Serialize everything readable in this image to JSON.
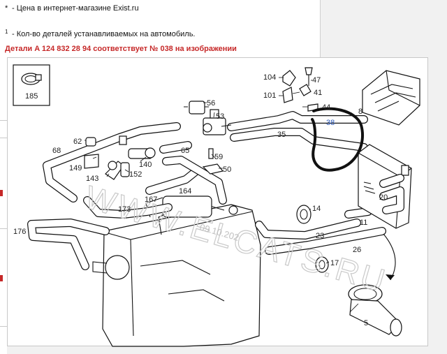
{
  "notes": {
    "line1_marker": "*",
    "line1_text": "- Цена в интернет-магазине Exist.ru",
    "line2_marker": "1",
    "line2_text": "- Кол-во деталей устанавливаемых на автомобиль.",
    "highlight_line": "Детали A 124 832 28 94 соответствует № 038 на изображении"
  },
  "diagram": {
    "callouts": {
      "c185": "185",
      "c104": "104",
      "c101": "101",
      "c47": "47",
      "c41": "41",
      "c44": "44",
      "c8": "8",
      "c56": "56",
      "c53": "53",
      "c38": "38",
      "c35": "35",
      "c62": "62",
      "c68": "68",
      "c65": "65",
      "c59": "59",
      "c50": "50",
      "c149": "149",
      "c140": "140",
      "c143": "143",
      "c152": "152",
      "c164": "164",
      "c167": "167",
      "c173": "173",
      "c176": "176",
      "c14": "14",
      "c11": "11",
      "c20": "20",
      "c23": "23",
      "c26": "26",
      "c17": "17",
      "c5": "5"
    },
    "watermark": "WWW.ELCATS.RU",
    "watermark_date": "09.10.202",
    "highlighted_part": "38",
    "highlight_color": "#111111",
    "highlight_label_color": "#2b58b8",
    "note_red_color": "#c62828"
  }
}
